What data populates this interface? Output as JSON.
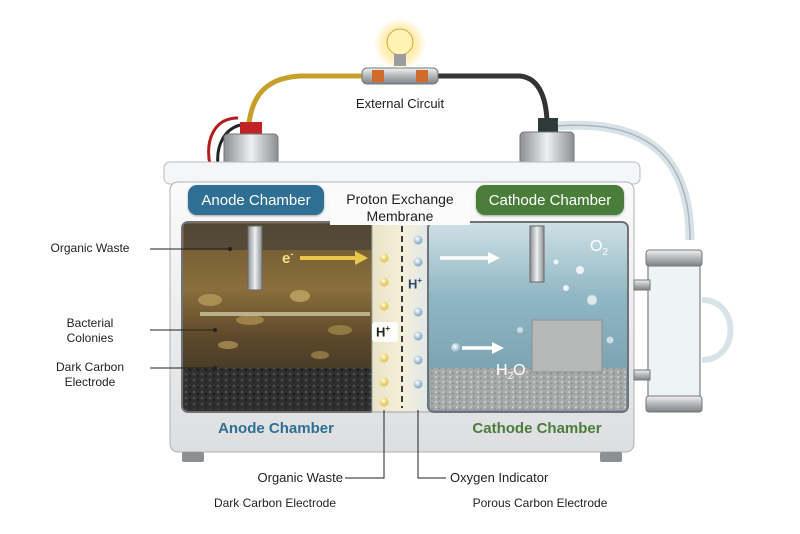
{
  "colors": {
    "anode_header": "#2f6f93",
    "cathode_header": "#4a7d3a",
    "anode_footer_text": "#2f6f93",
    "cathode_footer_text": "#4a7d3a",
    "wire_positive": "#c7a02b",
    "wire_negative": "#333333",
    "bulb_glow": "#ffe27a"
  },
  "diagram": {
    "external_circuit": "External Circuit",
    "anode_header": "Anode Chamber",
    "cathode_header": "Cathode Chamber",
    "membrane_label_line1": "Proton Exchange",
    "membrane_label_line2": "Membrane",
    "left_labels": {
      "organic_waste": "Organic Waste",
      "bacterial_colonies_1": "Bacterial",
      "bacterial_colonies_2": "Colonies",
      "dark_carbon_1": "Dark Carbon",
      "dark_carbon_2": "Electrode"
    },
    "electron": "e",
    "electron_sup": "-",
    "proton": "H",
    "proton_sup": "+",
    "oxygen": "O",
    "oxygen_sub": "2",
    "water_h": "H",
    "water_sub": "2",
    "water_o": "O",
    "anode_footer": "Anode Chamber",
    "cathode_footer": "Cathode Chamber",
    "bottom_labels": {
      "organic_waste": "Organic Waste",
      "oxygen_indicator": "Oxygen Indicator",
      "dark_carbon": "Dark Carbon Electrode",
      "porous_carbon": "Porous Carbon Electrode"
    }
  }
}
